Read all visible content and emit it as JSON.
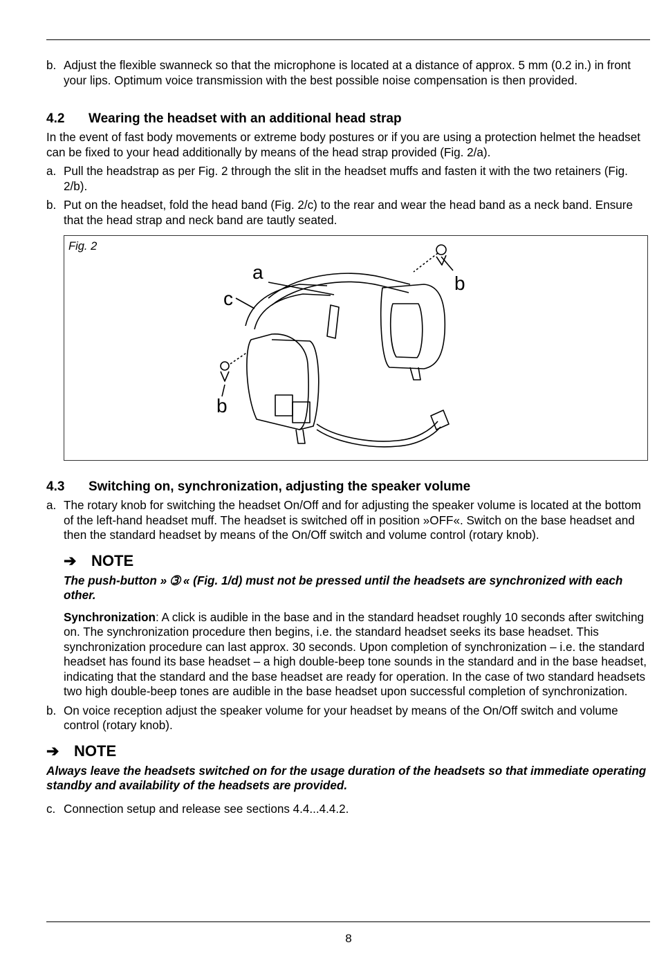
{
  "page": {
    "number": "8"
  },
  "intro_item": {
    "marker": "b.",
    "text": "Adjust the flexible swanneck so that the microphone is located at a distance of approx. 5 mm (0.2 in.) in front your lips. Optimum voice transmission with the best possible noise compensation is then provided."
  },
  "section_42": {
    "number": "4.2",
    "title": "Wearing the headset with an additional head strap",
    "paragraph": "In the event of fast body movements or extreme body postures or if you are using a protection helmet the headset can be fixed to your head additionally by means of the head strap provided (Fig. 2/a).",
    "items": [
      {
        "marker": "a.",
        "text": "Pull the headstrap as per Fig. 2 through the slit in the headset muffs and fasten it with the two retainers (Fig. 2/b)."
      },
      {
        "marker": "b.",
        "text": "Put on the headset, fold the head band (Fig. 2/c) to the rear and wear the head band as a neck band. Ensure that the head strap and neck band are tautly seated."
      }
    ]
  },
  "figure": {
    "caption": "Fig. 2",
    "labels": {
      "a": "a",
      "b_right": "b",
      "b_left": "b",
      "c": "c"
    }
  },
  "section_43": {
    "number": "4.3",
    "title": "Switching on, synchronization, adjusting the speaker volume",
    "item_a": {
      "marker": "a.",
      "text": "The rotary knob for switching the headset On/Off and for adjusting the speaker volume is located at the bottom of the left-hand headset muff. The headset is switched off in position »OFF«. Switch on the base headset and then the standard headset by means of the On/Off switch and volume control (rotary knob)."
    },
    "note1": {
      "arrow": "➔",
      "heading": "NOTE",
      "text": "The push-button » ➂ « (Fig. 1/d) must not be pressed until the headsets are synchronized with each other."
    },
    "sync": {
      "label": "Synchronization",
      "text": ": A click is audible in the base and in the standard headset roughly 10 seconds after switching on. The synchronization procedure then begins, i.e. the standard headset seeks its base headset. This synchronization procedure can last approx. 30 seconds. Upon completion of synchronization – i.e. the standard headset has found its base headset – a high double-beep tone sounds in the standard and in the base headset, indicating that the standard and the base headset are ready for operation. In the case of two standard headsets two high double-beep tones are audible in the base headset upon successful completion of synchronization."
    },
    "item_b": {
      "marker": "b.",
      "text": "On voice reception adjust the speaker volume for your headset by means of the On/Off switch and volume control (rotary knob)."
    },
    "note2": {
      "arrow": "➔",
      "heading": "NOTE",
      "text": "Always leave the headsets switched on for the usage duration of the headsets so that immediate operating standby and availability of the headsets are provided."
    },
    "item_c": {
      "marker": "c.",
      "text": "Connection setup and release see sections 4.4...4.4.2."
    }
  }
}
